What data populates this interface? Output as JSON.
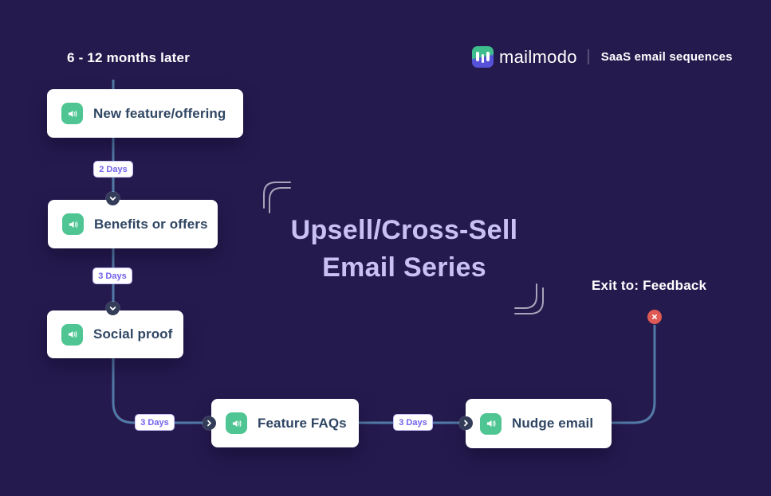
{
  "title": {
    "line1": "Upsell/Cross-Sell",
    "line2": "Email Series"
  },
  "header": {
    "brand": "mailmodo",
    "tagline": "SaaS email sequences"
  },
  "flow": {
    "start_label": "6 - 12 months later",
    "nodes": [
      {
        "label": "New feature/offering",
        "icon": "megaphone-icon"
      },
      {
        "label": "Benefits or offers",
        "icon": "megaphone-icon"
      },
      {
        "label": "Social proof",
        "icon": "megaphone-icon"
      },
      {
        "label": "Feature FAQs",
        "icon": "megaphone-icon"
      },
      {
        "label": "Nudge email",
        "icon": "megaphone-icon"
      }
    ],
    "delays": [
      "2 Days",
      "3 Days",
      "3 Days",
      "3 Days"
    ],
    "exit_label": "Exit to: Feedback"
  },
  "colors": {
    "background": "#251a4e",
    "connector_line": "#527aa6",
    "node_icon_green": "#4ec592",
    "delay_text": "#7262ee",
    "title_text": "#c9c1f1",
    "node_text": "#2f4663",
    "exit_red": "#df5a54",
    "step_circle": "#333c58"
  }
}
